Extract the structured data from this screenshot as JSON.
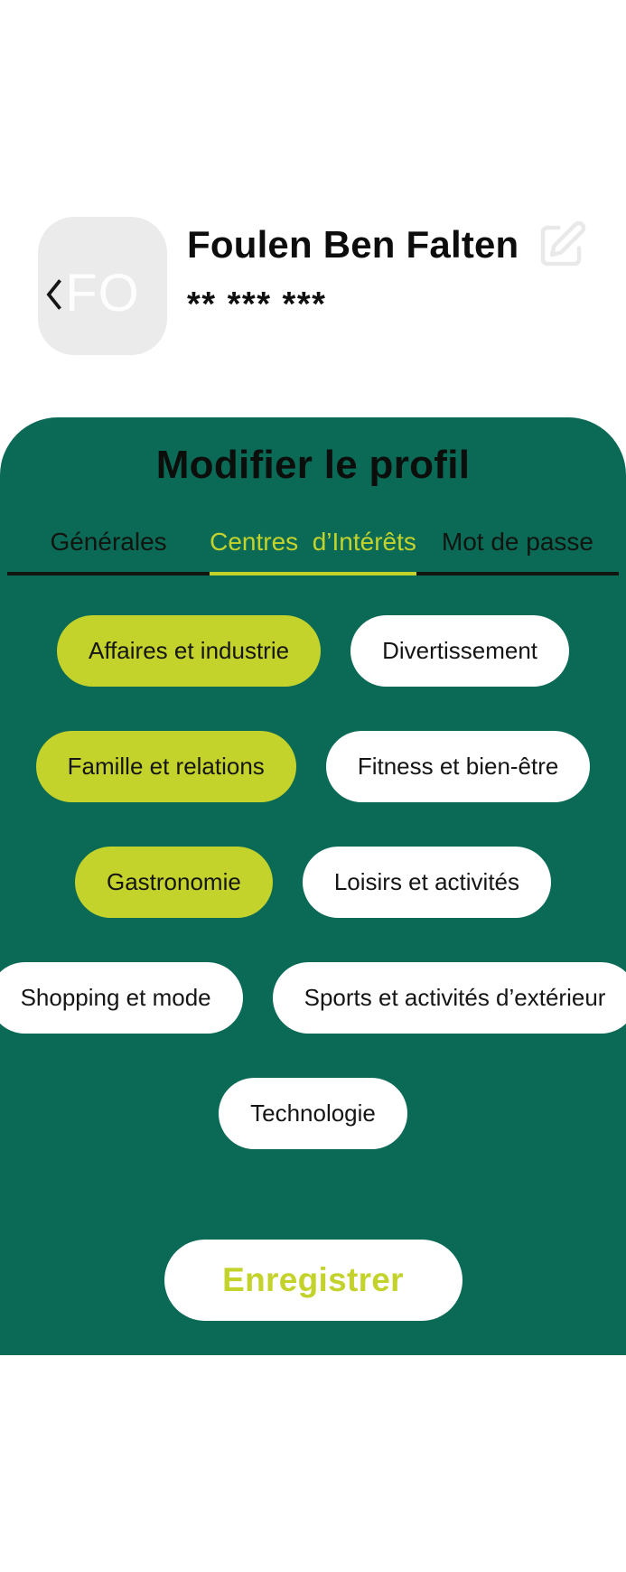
{
  "colors": {
    "panel_background": "#0b6a56",
    "accent_yellow_green": "#c3d32b",
    "chip_unselected_background": "#ffffff",
    "text_dark": "#121212",
    "avatar_background": "#ebebeb",
    "avatar_initials_color": "#fdfdfd",
    "edit_icon_color": "#e9e9e9",
    "tab_underline": "#12160f"
  },
  "icons": {
    "back": "chevron-left",
    "edit": "pencil-square"
  },
  "header": {
    "avatar_initials": "FO",
    "name": "Foulen Ben Falten",
    "phone_masked": "** *** ***"
  },
  "panel": {
    "title": "Modifier le profil",
    "tabs": [
      {
        "label": "Générales",
        "active": false
      },
      {
        "label": "Centres  d’Intérêts",
        "active": true
      },
      {
        "label": "Mot de passe",
        "active": false
      }
    ],
    "interests": [
      {
        "label": "Affaires et industrie",
        "selected": true
      },
      {
        "label": "Divertissement",
        "selected": false
      },
      {
        "label": "Famille et relations",
        "selected": true
      },
      {
        "label": "Fitness et bien-être",
        "selected": false
      },
      {
        "label": "Gastronomie",
        "selected": true
      },
      {
        "label": "Loisirs et activités",
        "selected": false
      },
      {
        "label": "Shopping et mode",
        "selected": false
      },
      {
        "label": "Sports et activités d’extérieur",
        "selected": false
      },
      {
        "label": "Technologie",
        "selected": false
      }
    ],
    "save_label": "Enregistrer"
  }
}
